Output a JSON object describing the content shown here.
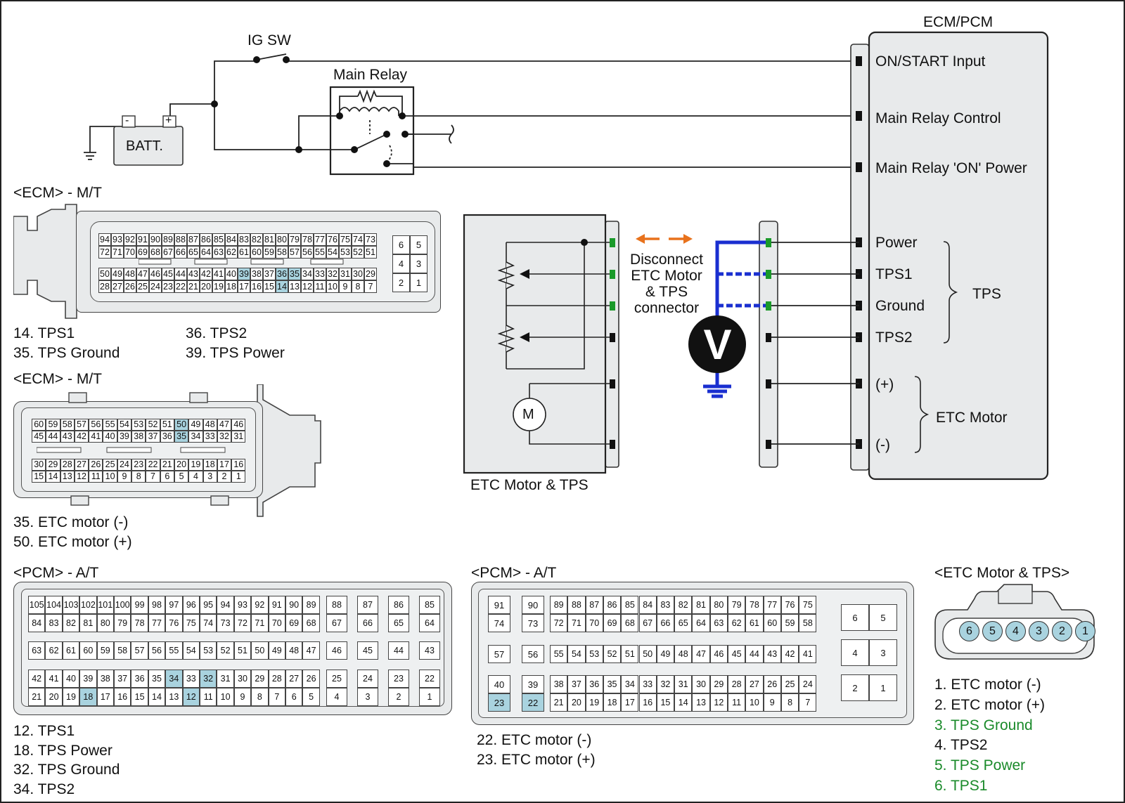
{
  "labels": {
    "ig_sw": "IG SW",
    "main_relay": "Main Relay",
    "batt": "BATT.",
    "batt_minus": "-",
    "batt_plus": "+",
    "ecm_pcm": "ECM/PCM",
    "on_start": "ON/START Input",
    "relay_control": "Main Relay Control",
    "relay_on_power": "Main Relay 'ON' Power",
    "power": "Power",
    "tps1": "TPS1",
    "ground": "Ground",
    "tps2": "TPS2",
    "plus": "(+)",
    "minus": "(-)",
    "tps_group": "TPS",
    "etc_motor_group": "ETC Motor",
    "disconnect": [
      "Disconnect",
      "ETC Motor",
      "& TPS",
      "connector"
    ],
    "etc_box_label": "ETC Motor & TPS",
    "motor_m": "M",
    "voltmeter_v": "V"
  },
  "ecm_mt_1": {
    "title": "<ECM> - M/T",
    "rows_a": [
      [
        "94",
        "93",
        "92",
        "91",
        "90",
        "89",
        "88",
        "87",
        "86",
        "85",
        "84",
        "83",
        "82",
        "81",
        "80",
        "79",
        "78",
        "77",
        "76",
        "75",
        "74",
        "73"
      ],
      [
        "72",
        "71",
        "70",
        "69",
        "68",
        "67",
        "66",
        "65",
        "64",
        "63",
        "62",
        "61",
        "60",
        "59",
        "58",
        "57",
        "56",
        "55",
        "54",
        "53",
        "52",
        "51"
      ]
    ],
    "rows_b": [
      [
        "50",
        "49",
        "48",
        "47",
        "46",
        "45",
        "44",
        "43",
        "42",
        "41",
        "40",
        "39",
        "38",
        "37",
        "36",
        "35",
        "34",
        "33",
        "32",
        "31",
        "30",
        "29"
      ],
      [
        "28",
        "27",
        "26",
        "25",
        "24",
        "23",
        "22",
        "21",
        "20",
        "19",
        "18",
        "17",
        "16",
        "15",
        "14",
        "13",
        "12",
        "11",
        "10",
        "9",
        "8",
        "7"
      ]
    ],
    "side": [
      [
        "6",
        "5"
      ],
      [
        "4",
        "3"
      ],
      [
        "2",
        "1"
      ]
    ],
    "highlight": [
      "39",
      "36",
      "35",
      "14"
    ],
    "pins_left": [
      "14. TPS1",
      "35. TPS Ground"
    ],
    "pins_right": [
      "36. TPS2",
      "39. TPS Power"
    ]
  },
  "ecm_mt_2": {
    "title": "<ECM> - M/T",
    "rows_a": [
      [
        "60",
        "59",
        "58",
        "57",
        "56",
        "55",
        "54",
        "53",
        "52",
        "51",
        "50",
        "49",
        "48",
        "47",
        "46"
      ],
      [
        "45",
        "44",
        "43",
        "42",
        "41",
        "40",
        "39",
        "38",
        "37",
        "36",
        "35",
        "34",
        "33",
        "32",
        "31"
      ]
    ],
    "rows_b": [
      [
        "30",
        "29",
        "28",
        "27",
        "26",
        "25",
        "24",
        "23",
        "22",
        "21",
        "20",
        "19",
        "18",
        "17",
        "16"
      ],
      [
        "15",
        "14",
        "13",
        "12",
        "11",
        "10",
        "9",
        "8",
        "7",
        "6",
        "5",
        "4",
        "3",
        "2",
        "1"
      ]
    ],
    "highlight": [
      "50",
      "35"
    ],
    "pins": [
      "35. ETC motor (-)",
      "50. ETC motor (+)"
    ]
  },
  "pcm_at_1": {
    "title": "<PCM> - A/T",
    "main_rows": [
      [
        "105",
        "104",
        "103",
        "102",
        "101",
        "100",
        "99",
        "98",
        "97",
        "96",
        "95",
        "94",
        "93",
        "92",
        "91",
        "90",
        "89"
      ],
      [
        "84",
        "83",
        "82",
        "81",
        "80",
        "79",
        "78",
        "77",
        "76",
        "75",
        "74",
        "73",
        "72",
        "71",
        "70",
        "69",
        "68"
      ],
      [
        "63",
        "62",
        "61",
        "60",
        "59",
        "58",
        "57",
        "56",
        "55",
        "54",
        "53",
        "52",
        "51",
        "50",
        "49",
        "48",
        "47"
      ],
      [
        "42",
        "41",
        "40",
        "39",
        "38",
        "37",
        "36",
        "35",
        "34",
        "33",
        "32",
        "31",
        "30",
        "29",
        "28",
        "27",
        "26"
      ],
      [
        "21",
        "20",
        "19",
        "18",
        "17",
        "16",
        "15",
        "14",
        "13",
        "12",
        "11",
        "10",
        "9",
        "8",
        "7",
        "6",
        "5"
      ]
    ],
    "side_cols": [
      [
        "88",
        "67",
        "46",
        "25",
        "4"
      ],
      [
        "87",
        "66",
        "45",
        "24",
        "3"
      ],
      [
        "86",
        "65",
        "44",
        "23",
        "2"
      ],
      [
        "85",
        "64",
        "43",
        "22",
        "1"
      ]
    ],
    "highlight": [
      "34",
      "32",
      "18",
      "12"
    ],
    "pins": [
      "12. TPS1",
      "18. TPS Power",
      "32. TPS Ground",
      "34. TPS2"
    ]
  },
  "pcm_at_2": {
    "title": "<PCM> - A/T",
    "left_cols": [
      [
        "91",
        "74",
        "57",
        "40",
        "23"
      ],
      [
        "90",
        "73",
        "56",
        "39",
        "22"
      ]
    ],
    "main_rows": [
      [
        "89",
        "88",
        "87",
        "86",
        "85",
        "84",
        "83",
        "82",
        "81",
        "80",
        "79",
        "78",
        "77",
        "76",
        "75"
      ],
      [
        "72",
        "71",
        "70",
        "69",
        "68",
        "67",
        "66",
        "65",
        "64",
        "63",
        "62",
        "61",
        "60",
        "59",
        "58"
      ],
      [
        "55",
        "54",
        "53",
        "52",
        "51",
        "50",
        "49",
        "48",
        "47",
        "46",
        "45",
        "44",
        "43",
        "42",
        "41"
      ],
      [
        "38",
        "37",
        "36",
        "35",
        "34",
        "33",
        "32",
        "31",
        "30",
        "29",
        "28",
        "27",
        "26",
        "25",
        "24"
      ],
      [
        "21",
        "20",
        "19",
        "18",
        "17",
        "16",
        "15",
        "14",
        "13",
        "12",
        "11",
        "10",
        "9",
        "8",
        "7"
      ]
    ],
    "side": [
      [
        "6",
        "5"
      ],
      [
        "4",
        "3"
      ],
      [
        "2",
        "1"
      ]
    ],
    "highlight": [
      "23",
      "22"
    ],
    "pins": [
      "22. ETC motor (-)",
      "23. ETC motor (+)"
    ]
  },
  "etc_connector": {
    "title": "<ETC Motor & TPS>",
    "pins_shown": [
      "6",
      "5",
      "4",
      "3",
      "2",
      "1"
    ],
    "pin_list": [
      {
        "text": "1. ETC motor (-)",
        "color": "#111111"
      },
      {
        "text": "2. ETC motor (+)",
        "color": "#111111"
      },
      {
        "text": "3. TPS Ground",
        "color": "#1a8a2a"
      },
      {
        "text": "4. TPS2",
        "color": "#111111"
      },
      {
        "text": "5. TPS Power",
        "color": "#1a8a2a"
      },
      {
        "text": "6. TPS1",
        "color": "#1a8a2a"
      }
    ]
  },
  "colors": {
    "wire": "#222222",
    "probe": "#1a2fd0",
    "highlight": "#a9d3df",
    "green_terminal": "#1a9a2a",
    "arrow": "#e8721c"
  }
}
